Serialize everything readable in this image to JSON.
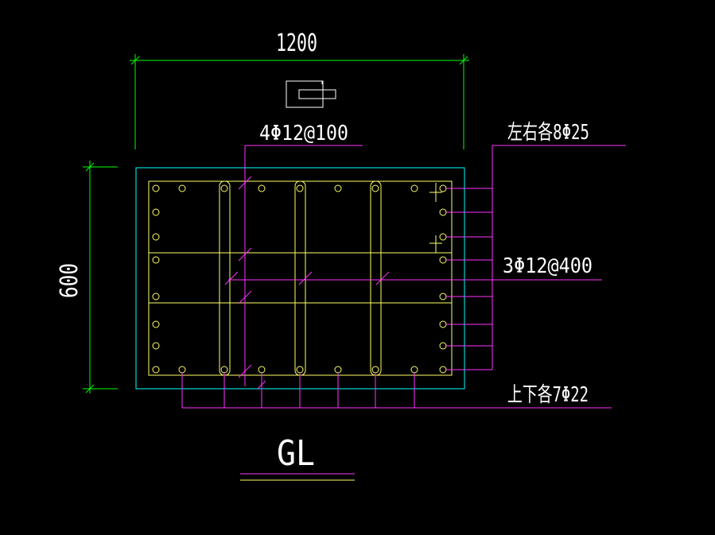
{
  "labels": {
    "width_dim": "1200",
    "height_dim": "600",
    "stirrup": "4Φ12@100",
    "side_bars": "左右各8Φ25",
    "tie_bars": "3Φ12@400",
    "top_bottom_bars": "上下各7Φ22",
    "title": "GL"
  },
  "colors": {
    "background": "#000000",
    "dimension": "#00ff00",
    "section_outline": "#00ffff",
    "rebar": "#ffff66",
    "leader": "#ff33ff",
    "text": "#ffffff",
    "title_underline_top": "#ff33ff",
    "title_underline_bottom": "#ffff66"
  }
}
